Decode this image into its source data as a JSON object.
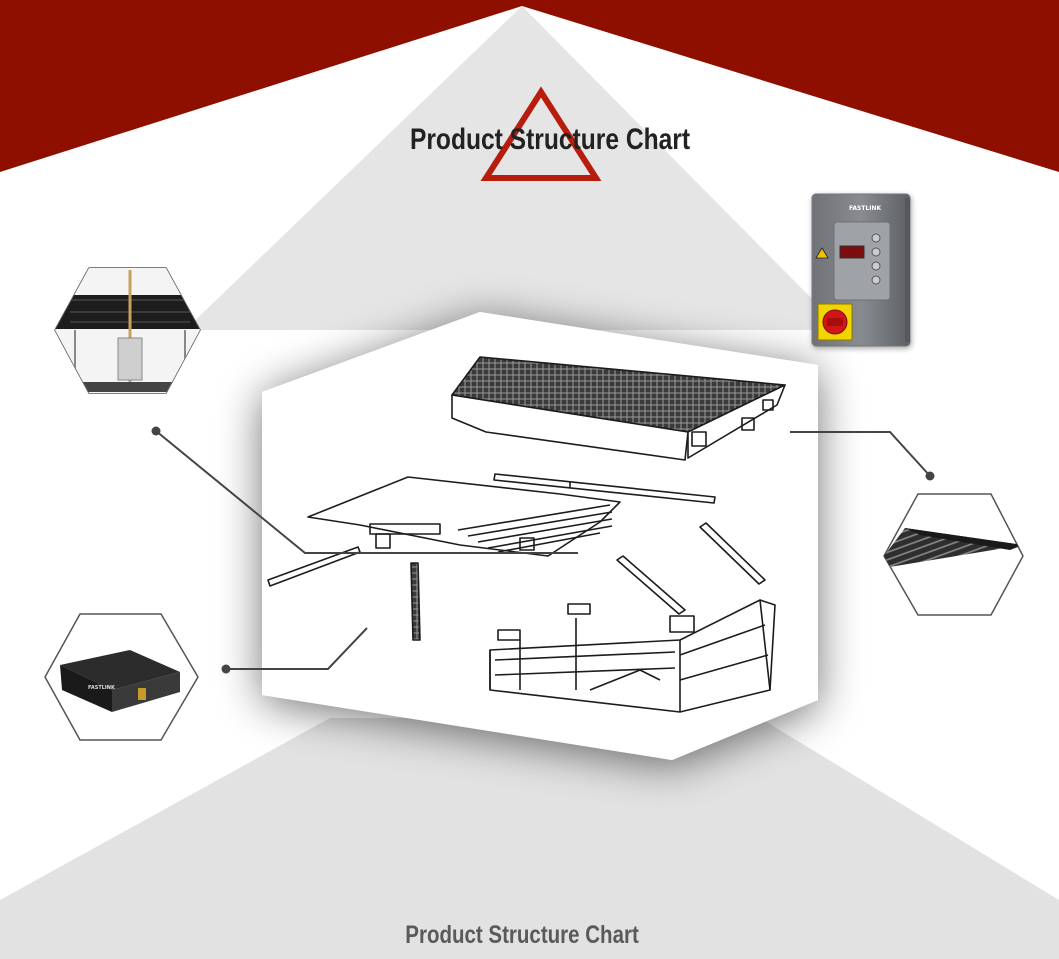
{
  "header": {
    "title": "Product Structure Chart",
    "brand_color": "#8e0f00",
    "accent_color": "#b81c0c"
  },
  "footer": {
    "title": "Product Structure Chart"
  },
  "control_box": {
    "brand_text": "FASTLINK"
  },
  "dock_leveler": {
    "brand_text": "FASTLINK"
  }
}
